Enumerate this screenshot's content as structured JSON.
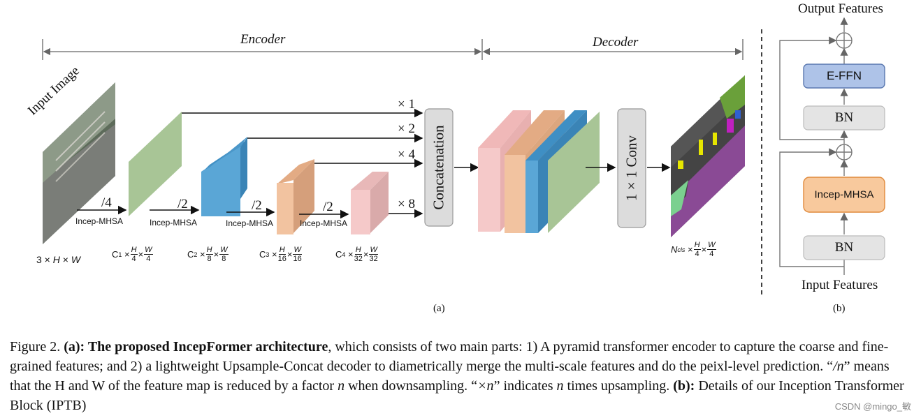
{
  "panel_a": {
    "encoder_label": "Encoder",
    "decoder_label": "Decoder",
    "input_image_label": "Input Image",
    "input_dim": "3 × H × W",
    "downsample": [
      "/4",
      "/2",
      "/2",
      "/2"
    ],
    "block_label": "Incep-MHSA",
    "upsample": [
      "× 1",
      "× 2",
      "× 4",
      "× 8"
    ],
    "concat_label": "Concatenation",
    "conv_label": "1 × 1 Conv",
    "stage_dims": [
      {
        "c": "C",
        "sub": "1",
        "h": "H",
        "hd": "4",
        "w": "W",
        "wd": "4"
      },
      {
        "c": "C",
        "sub": "2",
        "h": "H",
        "hd": "8",
        "w": "W",
        "wd": "8"
      },
      {
        "c": "C",
        "sub": "3",
        "h": "H",
        "hd": "16",
        "w": "W",
        "wd": "16"
      },
      {
        "c": "C",
        "sub": "4",
        "h": "H",
        "hd": "32",
        "w": "W",
        "wd": "32"
      }
    ],
    "output_dim": {
      "c": "N",
      "sub": "cls",
      "h": "H",
      "hd": "4",
      "w": "W",
      "wd": "4"
    },
    "sub_label": "(a)"
  },
  "panel_b": {
    "output_label": "Output Features",
    "input_label": "Input Features",
    "effn_label": "E-FFN",
    "bn_label": "BN",
    "mhsa_label": "Incep-MHSA",
    "sub_label": "(b)"
  },
  "colors": {
    "green": "#a8c596",
    "blue": "#5aa6d6",
    "peach": "#f2c3a0",
    "pink": "#f5c9c9",
    "effn": "#aec3e8",
    "mhsa": "#f8c99d",
    "bn": "#e4e4e4"
  },
  "caption": {
    "fig": "Figure 2.",
    "a_head": "(a): The proposed IncepFormer architecture",
    "a_text1": ", which consists of two main parts: 1) A pyramid transformer encoder to capture the coarse and fine-grained features; and 2) a lightweight Upsample-Concat decoder to diametrically merge the multi-scale features and do the peixl-level prediction. “",
    "a_slash": "/n",
    "a_text2": "” means that the H and W of the feature map is reduced by a factor ",
    "a_n": "n",
    "a_text3": " when downsampling. “",
    "a_times": "×n",
    "a_text4": "” indicates ",
    "a_n2": "n",
    "a_text5": " times upsampling. ",
    "b_head": "(b):",
    "b_text": " Details of our Inception Transformer Block (IPTB)"
  },
  "watermark": "CSDN @mingo_敏"
}
